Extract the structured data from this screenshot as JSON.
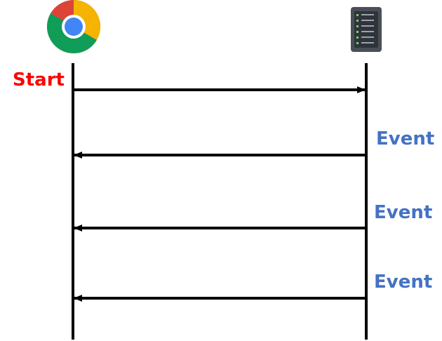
{
  "labels": {
    "start": "Start",
    "events": [
      "Event",
      "Event",
      "Event"
    ]
  },
  "icons": {
    "client": "chrome-browser-icon",
    "server": "server-rack-icon"
  },
  "colors": {
    "start": "#ff0000",
    "event": "#4472c4",
    "line": "#000000"
  }
}
